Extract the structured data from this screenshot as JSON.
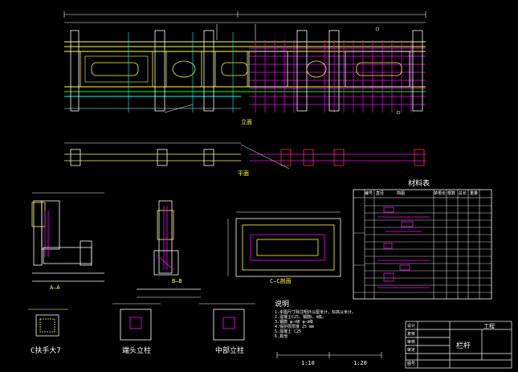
{
  "drawing": {
    "colors": {
      "background": "#000000",
      "white": "#ffffff",
      "yellow": "#ffff40",
      "green": "#00ff00",
      "cyan": "#00ffff",
      "magenta": "#ff00ff",
      "red": "#ff3030",
      "blue": "#4040ff"
    },
    "labels": {
      "elevation_view": "立面",
      "plan_view": "平面",
      "materials_table_title": "材料表",
      "section_aa": "A—A",
      "section_bb": "B—B",
      "section_cc": "C—C",
      "handrail_detail": "C扶手大7",
      "end_post": "端头立柱",
      "middle_post": "中部立柱",
      "notes_title": "说明",
      "panel_title": "C—C剖面",
      "drawing_name": "栏杆",
      "scale_1": "1:10",
      "scale_2": "1:20"
    },
    "notes": [
      "1.本图尺寸除注明外以厘米计，标高以米计。",
      "2.混凝土C25，钢筋Ⅰ、Ⅱ级。",
      "3.钢筋 φ—Ⅰ级 φ—Ⅱ级",
      "4.保护层厚度 25 mm",
      "5.混凝土 C25",
      "6.其他"
    ],
    "title_block": {
      "rows": [
        "设计",
        "复核",
        "审核",
        "审定"
      ],
      "project": "工程",
      "sheet_title": "栏杆",
      "chart_no": "图号"
    },
    "table_header": [
      "编号",
      "直径",
      "简图",
      "单根长",
      "根数",
      "总长",
      "重量"
    ]
  }
}
